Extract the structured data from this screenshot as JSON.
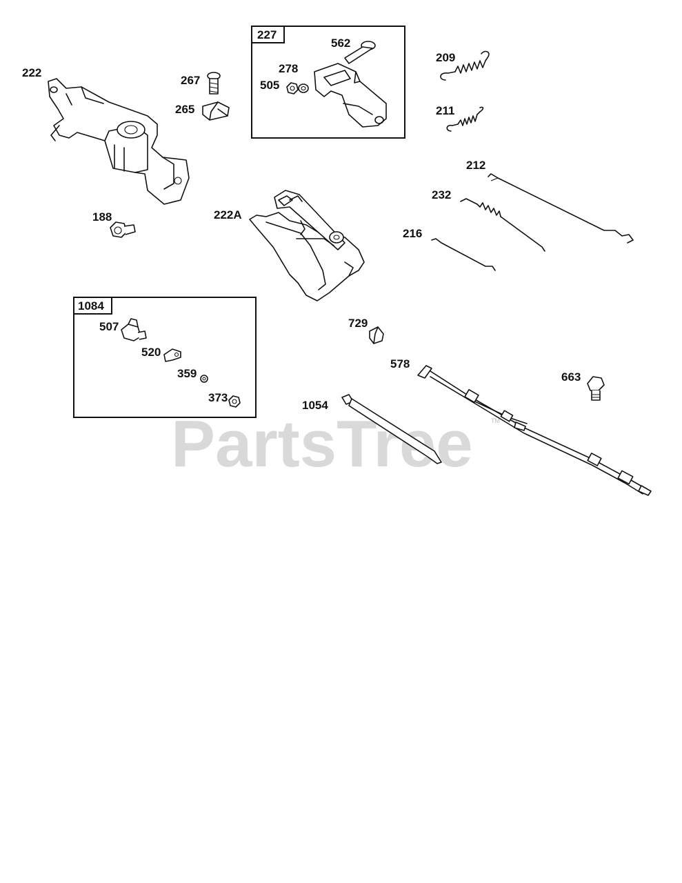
{
  "watermark": {
    "text": "PartsTree",
    "trademark": "TM"
  },
  "group_boxes": [
    {
      "id": "227"
    },
    {
      "id": "1084"
    }
  ],
  "labels": {
    "p222": "222",
    "p267": "267",
    "p265": "265",
    "p188": "188",
    "p227": "227",
    "p562": "562",
    "p278": "278",
    "p505": "505",
    "p209": "209",
    "p211": "211",
    "p212": "212",
    "p232": "232",
    "p216": "216",
    "p222a": "222A",
    "p1084": "1084",
    "p507": "507",
    "p520": "520",
    "p359": "359",
    "p373": "373",
    "p729": "729",
    "p578": "578",
    "p663": "663",
    "p1054": "1054"
  }
}
